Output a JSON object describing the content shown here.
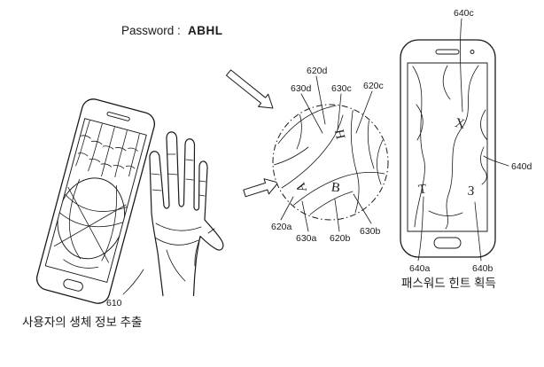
{
  "password": {
    "label": "Password :",
    "value": "ABHL"
  },
  "captions": {
    "left": "사용자의 생체 정보 추출",
    "right": "패스워드 힌트 획득"
  },
  "ref_labels": {
    "r610": "610",
    "r620a": "620a",
    "r620b": "620b",
    "r620c": "620c",
    "r620d": "620d",
    "r630a": "630a",
    "r630b": "630b",
    "r630c": "630c",
    "r630d": "630d",
    "r640a": "640a",
    "r640b": "640b",
    "r640c": "640c",
    "r640d": "640d"
  },
  "hint_glyphs": {
    "lens_h": "H",
    "lens_a": "A",
    "lens_b": "B",
    "screen_x": "X",
    "screen_t": "T",
    "screen_three": "3"
  },
  "colors": {
    "ink": "#1a1a1a",
    "background": "#ffffff"
  }
}
